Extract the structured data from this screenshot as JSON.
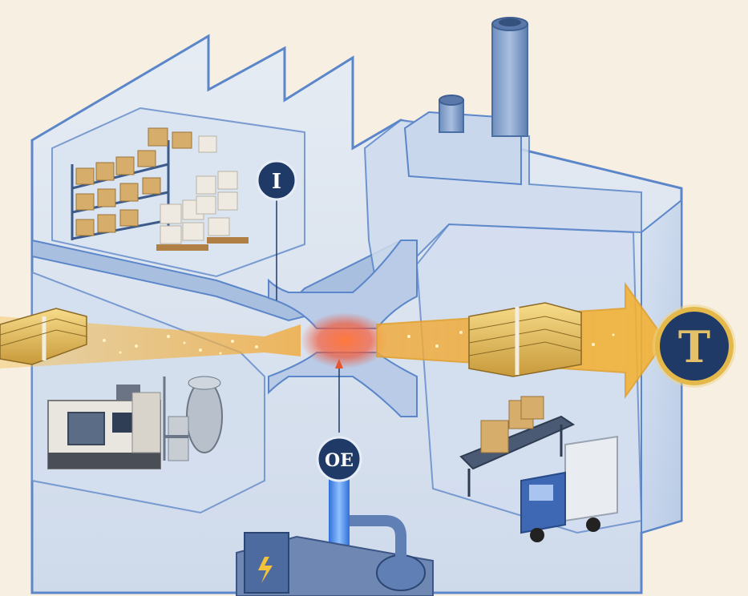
{
  "labels": {
    "inventory": "I",
    "operating_expense": "OE",
    "throughput": "T"
  },
  "icons": {
    "inventory_area": "warehouse-shelves-icon",
    "machines_area": "factory-machines-icon",
    "shipping_area": "conveyor-truck-icon",
    "utilities_area": "power-pump-icon",
    "money_in": "cash-stack-icon",
    "money_out": "cash-stack-icon",
    "chimney": "smokestack-icon"
  },
  "colors": {
    "background": "#f7efe2",
    "building_glass": "#cfdcee",
    "building_edge": "#5b86c9",
    "money_flow": "#f2b23a",
    "constriction_glow": "#e8552d",
    "badge_fill": "#1f3a66",
    "badge_ring_T": "#e5b84a",
    "oe_pipe": "#3f7ee0"
  }
}
